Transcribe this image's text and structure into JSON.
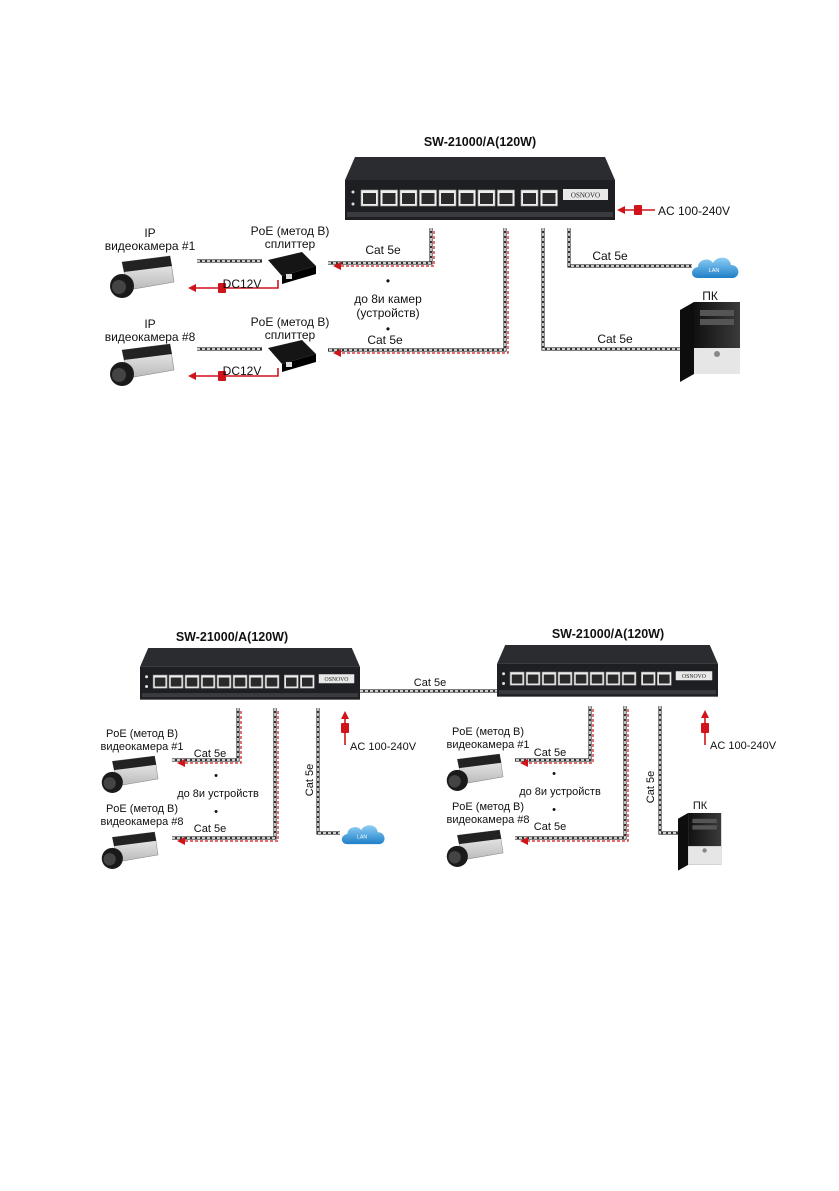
{
  "colors": {
    "power": "#d0141a",
    "cable": "#333333",
    "switch_body": "#1e1f22",
    "cloud": "#3aa0e0"
  },
  "top": {
    "switch_title": "SW-21000/A(120W)",
    "brand": "OSNOVO",
    "power_label": "AC 100-240V",
    "camera1": {
      "line1": "IP",
      "line2": "видеокамера #1"
    },
    "camera8": {
      "line1": "IP",
      "line2": "видеокамера #8"
    },
    "splitter1": {
      "line1": "PoE (метод В)",
      "line2": "сплиттер"
    },
    "splitter8": {
      "line1": "PoE (метод В)",
      "line2": "сплиттер"
    },
    "dc1": "DC12V",
    "dc8": "DC12V",
    "cable1": "Cat 5e",
    "cable8": "Cat 5e",
    "count_line1": "до 8и камер",
    "count_line2": "(устройств)",
    "dot": "•",
    "lan_cable": "Cat 5e",
    "lan": "LAN",
    "pc_cable": "Cat 5e",
    "pc": "ПК"
  },
  "bottom": {
    "switch1_title": "SW-21000/A(120W)",
    "switch2_title": "SW-21000/A(120W)",
    "brand": "OSNOVO",
    "link_cable": "Cat 5e",
    "left": {
      "camera1": {
        "line1": "PoE (метод В)",
        "line2": "видеокамера #1"
      },
      "camera8": {
        "line1": "PoE (метод В)",
        "line2": "видеокамера #8"
      },
      "cable1": "Cat 5e",
      "cable8": "Cat 5e",
      "count": "до 8и устройств",
      "dot": "•",
      "uplink_cable": "Cat 5e",
      "lan": "LAN",
      "power_label": "AC 100-240V"
    },
    "right": {
      "camera1": {
        "line1": "PoE (метод В)",
        "line2": "видеокамера #1"
      },
      "camera8": {
        "line1": "PoE (метод В)",
        "line2": "видеокамера #8"
      },
      "cable1": "Cat 5e",
      "cable8": "Cat 5e",
      "count": "до 8и устройств",
      "dot": "•",
      "uplink_cable": "Cat 5e",
      "pc": "ПК",
      "power_label": "AC 100-240V"
    }
  }
}
